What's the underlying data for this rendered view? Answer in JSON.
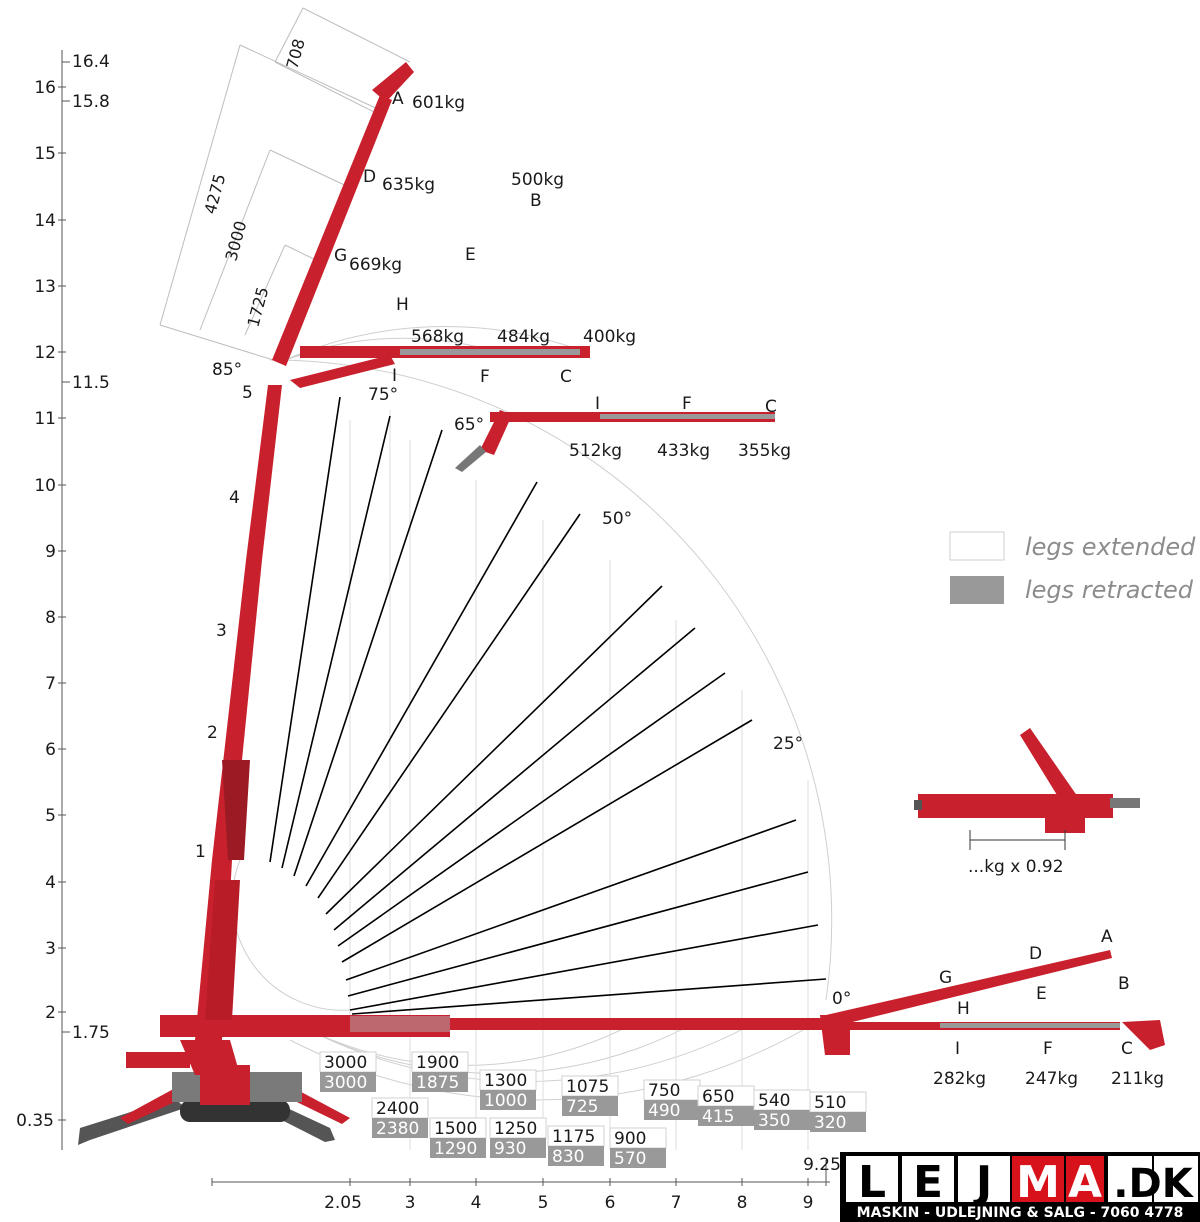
{
  "y_axis": {
    "ticks": [
      "16",
      "15",
      "14",
      "13",
      "12",
      "11",
      "10",
      "9",
      "8",
      "7",
      "6",
      "5",
      "4",
      "3",
      "2"
    ],
    "special": [
      "16.4",
      "15.8",
      "11.5",
      "1.75",
      "0.35"
    ]
  },
  "x_axis": {
    "ticks": [
      "2.05",
      "3",
      "4",
      "5",
      "6",
      "7",
      "8",
      "9"
    ],
    "special": "9.25"
  },
  "dims": {
    "d708": "708",
    "d4275": "4275",
    "d3000": "3000",
    "d1725": "1725"
  },
  "angles": {
    "a85": "85°",
    "a75": "75°",
    "a65": "65°",
    "a50": "50°",
    "a25": "25°",
    "a0": "0°"
  },
  "jib_points_top": {
    "A": "A",
    "A_load": "601kg",
    "D": "D",
    "D_load": "635kg",
    "G": "G",
    "G_load": "669kg",
    "B": "B",
    "B_load": "500kg",
    "E": "E",
    "H": "H",
    "I": "I",
    "F": "F",
    "C": "C",
    "I_load": "568kg",
    "F_load": "484kg",
    "C_load": "400kg"
  },
  "jib_65": {
    "I": "I",
    "F": "F",
    "C": "C",
    "I_load": "512kg",
    "F_load": "433kg",
    "C_load": "355kg"
  },
  "jib_0": {
    "A": "A",
    "D": "D",
    "G": "G",
    "B": "B",
    "E": "E",
    "H": "H",
    "I": "I",
    "F": "F",
    "C": "C",
    "I_load": "282kg",
    "F_load": "247kg",
    "C_load": "211kg"
  },
  "boom_sections": [
    "1",
    "2",
    "3",
    "4",
    "5"
  ],
  "legend": {
    "extended": "legs extended",
    "retracted": "legs retracted"
  },
  "footnote": "...kg x 0.92",
  "loads": [
    {
      "ext": "3000",
      "ret": "3000"
    },
    {
      "ext": "2400",
      "ret": "2380"
    },
    {
      "ext": "1900",
      "ret": "1875"
    },
    {
      "ext": "1500",
      "ret": "1290"
    },
    {
      "ext": "1300",
      "ret": "1000"
    },
    {
      "ext": "1250",
      "ret": "930"
    },
    {
      "ext": "1075",
      "ret": "725"
    },
    {
      "ext": "1175",
      "ret": "830"
    },
    {
      "ext": "900",
      "ret": "570"
    },
    {
      "ext": "750",
      "ret": "490"
    },
    {
      "ext": "650",
      "ret": "415"
    },
    {
      "ext": "540",
      "ret": "350"
    },
    {
      "ext": "510",
      "ret": "320"
    }
  ],
  "logo": {
    "letters": [
      "L",
      "E",
      "J",
      "M",
      "A",
      ".DK"
    ],
    "subtitle": "MASKIN - UDLEJNING & SALG - 7060 4778"
  },
  "colors": {
    "crane_red": "#c8202c",
    "grey_box": "#999999",
    "logo_black": "#000000",
    "logo_red": "#d8121a"
  }
}
